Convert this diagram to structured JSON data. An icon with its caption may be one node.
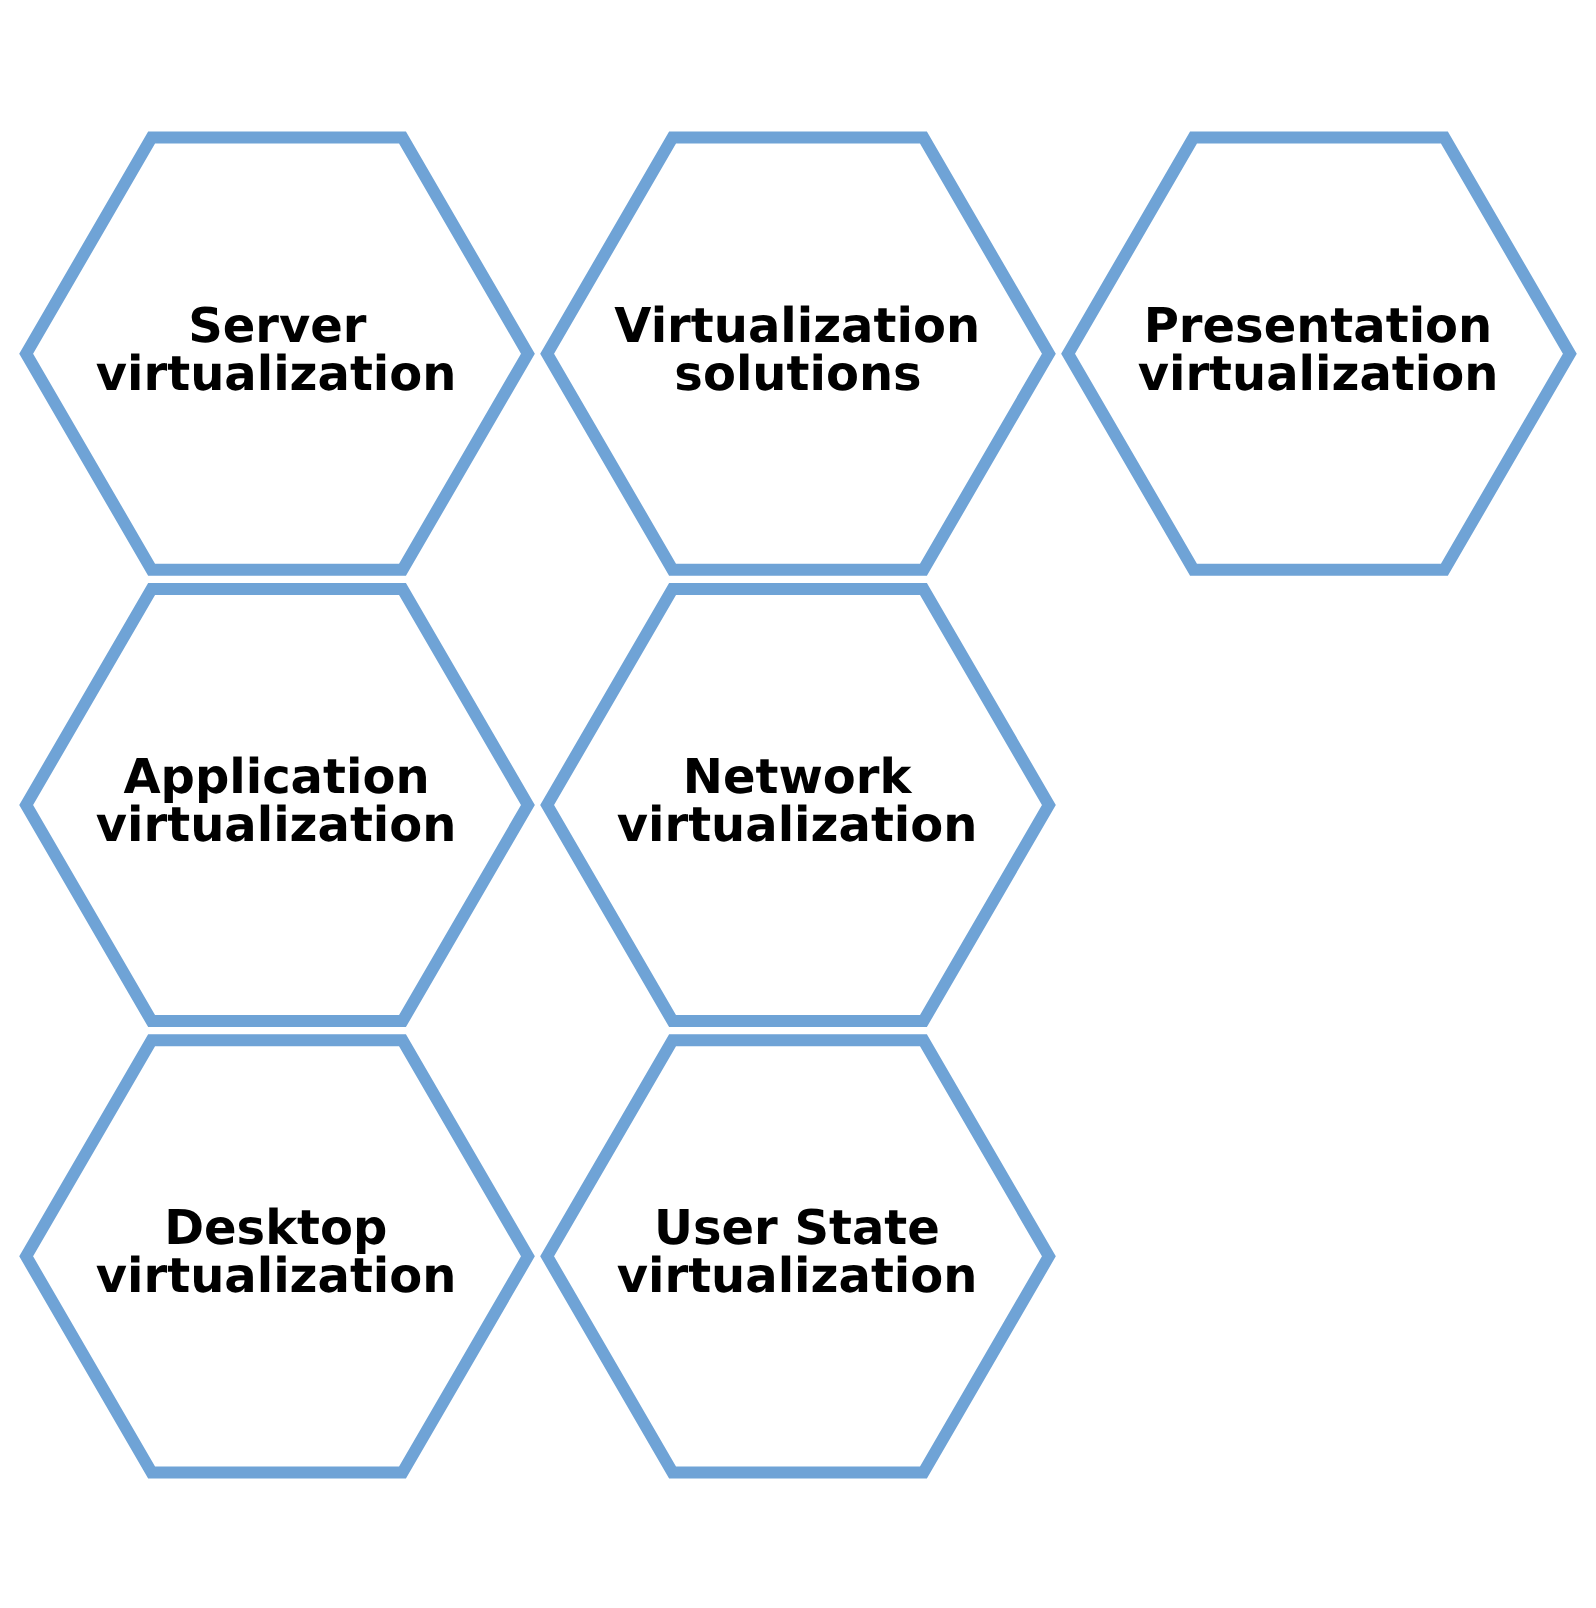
{
  "diagram": {
    "nodes": [
      {
        "text": [
          "Server virtualization"
        ]
      },
      {
        "text": [
          "Application virtualization"
        ]
      },
      {
        "text": [
          "Desktop virtualization"
        ]
      },
      {
        "text": [
          "Virtualization solutions"
        ]
      },
      {
        "text": [
          "Network virtualization"
        ]
      },
      {
        "text": [
          "User State virtualization"
        ]
      },
      {
        "text": [
          "Presentation virtualization"
        ]
      }
    ],
    "edges": []
  }
}
